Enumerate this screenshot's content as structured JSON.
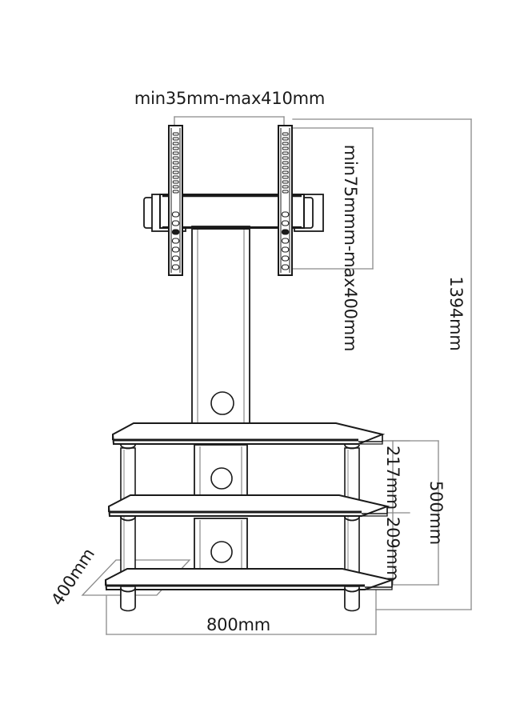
{
  "drawing": {
    "type": "technical-line-drawing",
    "subject": "cantilever glass TV stand with VESA bracket",
    "view": "front perspective",
    "background_color": "#ffffff",
    "line_color": "#1a1a1a",
    "dimension_line_color": "#7a7a7a",
    "units": "mm"
  },
  "dimensions": {
    "bracket_width": {
      "label": "min35mm-max410mm",
      "position": "top",
      "orientation": "horizontal",
      "min": 35,
      "max": 410
    },
    "bracket_height": {
      "label": "min75mmm-max400mm",
      "position": "upper-right",
      "orientation": "vertical-rotated",
      "min": 75,
      "max": 400
    },
    "total_height": {
      "label": "1394mm",
      "position": "far-right",
      "orientation": "vertical-rotated",
      "value": 1394
    },
    "top_shelf_gap": {
      "label": "217mm",
      "position": "right-inner",
      "orientation": "vertical-rotated",
      "value": 217
    },
    "bottom_shelf_gap": {
      "label": "209mm",
      "position": "right-inner",
      "orientation": "vertical-rotated",
      "value": 209
    },
    "shelf_stack_height": {
      "label": "500mm",
      "position": "right-outer",
      "orientation": "vertical-rotated",
      "value": 500
    },
    "base_width": {
      "label": "800mm",
      "position": "bottom",
      "orientation": "horizontal",
      "value": 800
    },
    "base_depth": {
      "label": "400mm",
      "position": "bottom-left",
      "orientation": "diagonal",
      "value": 400
    }
  },
  "parts": {
    "vesa_rail_left": "perforated-vertical-mounting-rail",
    "vesa_rail_right": "perforated-vertical-mounting-rail",
    "crossbar": "horizontal-bracket-crossbar",
    "tab_left": "bracket-end-tab",
    "tab_right": "bracket-end-tab",
    "column": "central-support-column",
    "cable_hole_column": "cable-management-hole",
    "cable_hole_middle": "cable-management-hole",
    "cable_hole_lower": "cable-management-hole",
    "shelf_top": "tempered-glass-shelf",
    "shelf_middle": "tempered-glass-shelf",
    "shelf_bottom": "tempered-glass-shelf",
    "leg_front_left": "cylindrical-support-leg",
    "leg_front_right": "cylindrical-support-leg",
    "leg_rear_left": "cylindrical-support-leg",
    "leg_rear_right": "cylindrical-support-leg",
    "depth_indicator": "depth-parallelogram-guide"
  }
}
